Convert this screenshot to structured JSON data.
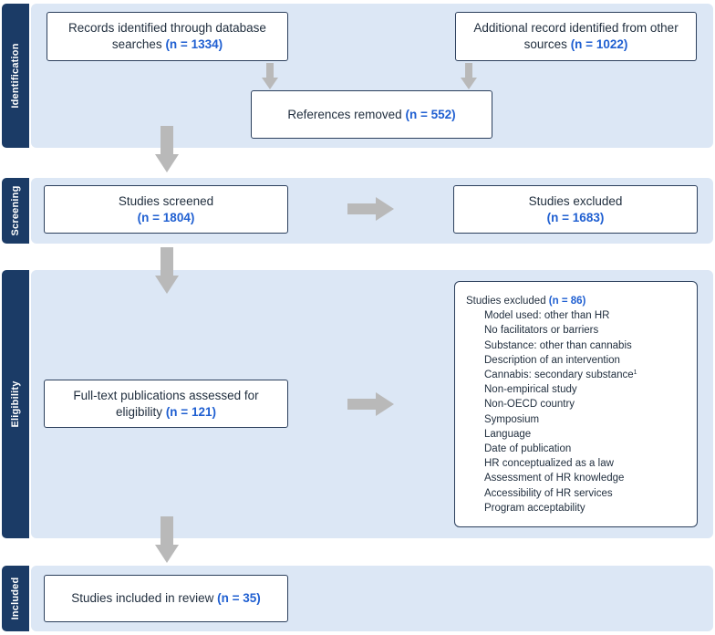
{
  "stages": {
    "identification": "Identification",
    "screening": "Screening",
    "eligibility": "Eligibility",
    "included": "Included"
  },
  "boxes": {
    "db_search": {
      "text": "Records identified through database searches",
      "n": "(n = 1334)"
    },
    "other_sources": {
      "text": "Additional record identified from other sources",
      "n": "(n = 1022)"
    },
    "removed": {
      "text": "References removed",
      "n": "(n = 552)"
    },
    "screened": {
      "text": "Studies screened",
      "n": "(n = 1804)"
    },
    "excluded_screening": {
      "text": "Studies excluded",
      "n": "(n = 1683)"
    },
    "fulltext": {
      "text": "Full-text publications assessed for eligibility",
      "n": "(n = 121)"
    },
    "included": {
      "text": "Studies included in review",
      "n": "(n = 35)"
    }
  },
  "eligibility_exclusions": {
    "title": "Studies excluded",
    "n": "(n = 86)",
    "reasons": [
      "Model used: other than HR",
      "No facilitators or barriers",
      "Substance: other than cannabis",
      "Description of an intervention",
      "Cannabis: secondary substance",
      "Non-empirical study",
      "Non-OECD country",
      "Symposium",
      "Language",
      "Date of publication",
      "HR conceptualized as a law",
      "Assessment of HR knowledge",
      "Accessibility of HR services",
      "Program acceptability"
    ],
    "footnote_marker": "1"
  },
  "colors": {
    "band": "#dce7f5",
    "sidebar": "#1b3b66",
    "number": "#1f5fd1",
    "arrow": "#b9b9b9"
  }
}
